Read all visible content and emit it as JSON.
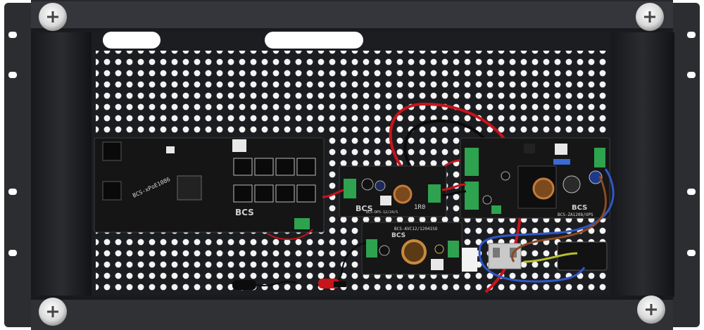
{
  "rack": {
    "frame_color": "#2b2d31",
    "panel_color": "#1c1d20",
    "hole_color": "#ffffff"
  },
  "modules": {
    "poe_switch": {
      "model": "BCS-xPoE1086",
      "brand": "BCS",
      "port_count": 8,
      "board_color": "#1a1a1a"
    },
    "converter_top": {
      "model_small": "BCS-DPS-12/24/S",
      "brand": "BCS",
      "code": "1R0"
    },
    "converter_bottom": {
      "model": "BCS-AVC12/12041SO",
      "brand": "BCS"
    },
    "ups": {
      "model": "BCS-ZA1208/UPS",
      "brand": "BCS"
    }
  },
  "wires": {
    "red": "#c8141b",
    "black": "#0b0b0b",
    "blue": "#2f57c9",
    "brown": "#8a4a22",
    "yellow_green": "#b7c02a"
  }
}
